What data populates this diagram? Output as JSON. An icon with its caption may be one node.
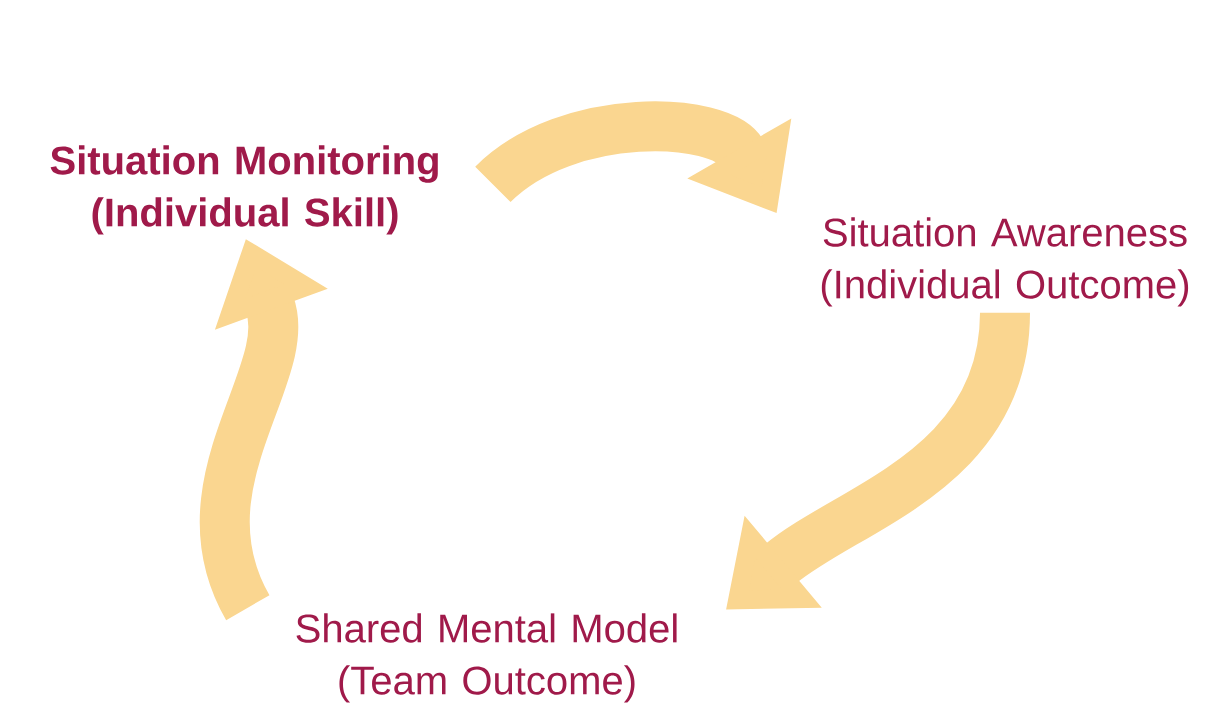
{
  "diagram": {
    "nodes": [
      {
        "text": [
          "Situation Monitoring (Individual Skill)"
        ]
      },
      {
        "text": [
          "Situation Awareness (Individual Outcome)"
        ]
      },
      {
        "text": [
          "Shared Mental Model (Team Outcome)"
        ]
      }
    ],
    "edges": [
      {
        "from": 0,
        "to": 1,
        "arrow": "to"
      },
      {
        "from": 1,
        "to": 2,
        "arrow": "to"
      },
      {
        "from": 2,
        "to": 0,
        "arrow": "to"
      }
    ]
  }
}
